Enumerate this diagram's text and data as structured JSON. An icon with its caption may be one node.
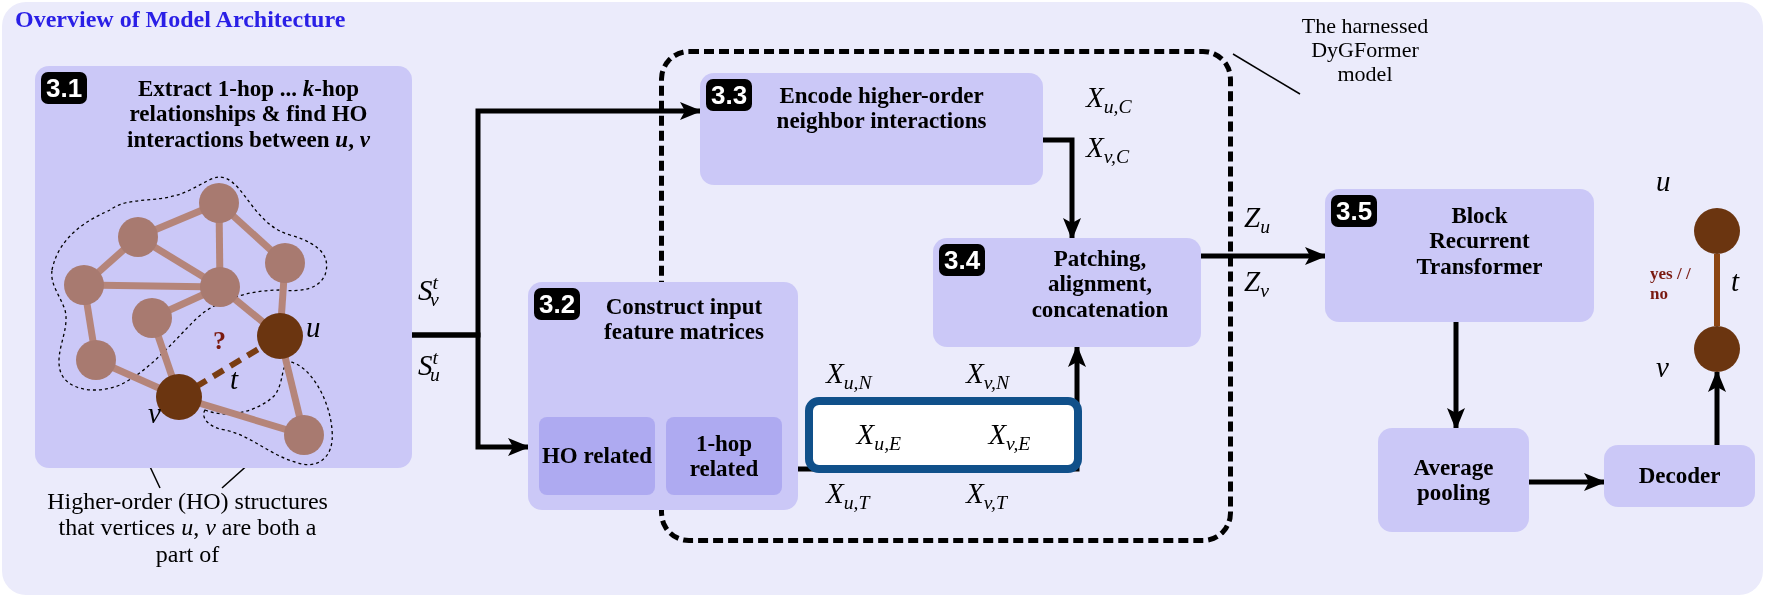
{
  "diagram": {
    "title": "Overview of Model Architecture",
    "nodes": [
      {
        "text": [
          "3.1",
          "Extract 1-hop ... *k*-hop relationships & find HO interactions between *u*, *v*"
        ]
      },
      {
        "text": [],
        "shape": "box"
      },
      {
        "text": [
          "The harnessed DyGFormer model"
        ]
      },
      {
        "text": [
          "3.2",
          "Construct input feature matrices"
        ]
      },
      {
        "text": [
          "HO related"
        ],
        "in": 3
      },
      {
        "text": [
          "1-hop related"
        ]
      },
      {
        "text": [
          "3.3",
          "Encode higher-order neighbor interactions"
        ],
        "in": 1
      },
      {
        "text": [
          "3.4",
          "Patching, alignment, concatenation"
        ],
        "in": 1
      },
      {
        "text": [
          "X$_{u,E}$",
          "X$_{v,E}$"
        ],
        "in": 1
      },
      {
        "text": [
          "3.5",
          "Block Recurrent Transformer"
        ]
      },
      {
        "text": [
          "Average pooling"
        ]
      },
      {
        "text": [
          "Decoder"
        ]
      },
      {
        "text": [],
        "shape": "circle",
        "beside": [
          "u"
        ]
      },
      {
        "text": [],
        "shape": "circle",
        "beside": [
          "v"
        ]
      },
      {
        "text": [
          "Higher-order (HO) structures that vertices *u*, *v* are both a part of"
        ]
      }
    ],
    "edges": [
      {
        "from": 0,
        "to": 6,
        "arrow": "to"
      },
      {
        "from": 0,
        "to": 3,
        "arrow": "to"
      },
      {
        "from": 6,
        "to": 7,
        "arrow": "to"
      },
      {
        "from": 3,
        "to": 7,
        "arrow": "to"
      },
      {
        "from": 7,
        "to": 9,
        "arrow": "to"
      },
      {
        "from": 9,
        "to": 10,
        "arrow": "to"
      },
      {
        "from": 10,
        "to": 11,
        "arrow": "to"
      },
      {
        "from": 11,
        "to": 13,
        "arrow": "to"
      },
      {
        "from": 12,
        "to": 13,
        "arrow": "none",
        "label": "t",
        "color": "#8b4513"
      },
      {
        "from": 2,
        "to": 1,
        "arrow": "none"
      },
      {
        "from": 14,
        "to": 0,
        "arrow": "none"
      },
      {
        "from": 14,
        "to": 0,
        "arrow": "none"
      }
    ],
    "labels": [
      "u",
      "?",
      "t",
      "v",
      "S$^{t}$$_{v}$",
      "S$^{t}$$_{u}$",
      "X$_{u,C}$",
      "X$_{v,C}$",
      "X$_{u,N}$",
      "X$_{v,N}$",
      "X$_{u,T}$",
      "X$_{v,T}$",
      "Z$_{u}$",
      "Z$_{v}$",
      "yes / / no"
    ]
  }
}
